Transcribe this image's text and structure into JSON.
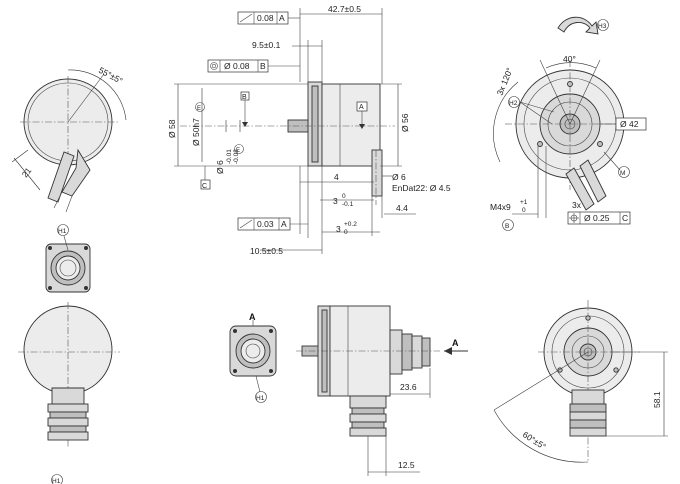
{
  "dims": {
    "d427": "42.7±0.5",
    "tol008": "0.08",
    "refA": "A",
    "d95": "9.5±0.1",
    "conc008": "Ø 0.08",
    "refB": "B",
    "ang55": "55°±5°",
    "d58": "Ø 58",
    "d50h7": "Ø 50h7",
    "d6": "Ø 6",
    "d6tol_up": "-0.01",
    "d6tol_lo": "-0.02",
    "d56": "Ø 56",
    "d21": "21",
    "refC": "C",
    "d4": "4",
    "d6b": "Ø 6",
    "endat": "EnDat22: Ø 4.5",
    "d3": "3",
    "d3tol_up": "0",
    "d3tol_lo": "-0.1",
    "d44": "4.4",
    "tol003": "0.03",
    "d3b": "3",
    "d3btol_up": "+0.2",
    "d3btol_lo": "0",
    "d105": "10.5±0.5",
    "ang40": "40°",
    "x120": "3x 120°",
    "d42": "Ø 42",
    "m4x9": "M4x9",
    "m4tol_up": "+1",
    "m4tol_lo": "0",
    "x3": "3x",
    "pos025": "Ø 0.25",
    "d236": "23.6",
    "d125": "12.5",
    "d581": "58.1",
    "ang60": "60°±5°",
    "viewA": "A",
    "viewA2": "A"
  },
  "callouts": {
    "h1": "H1",
    "h2": "H2",
    "h3": "H3",
    "e": "E",
    "m": "M",
    "b": "B",
    "c": "C"
  }
}
